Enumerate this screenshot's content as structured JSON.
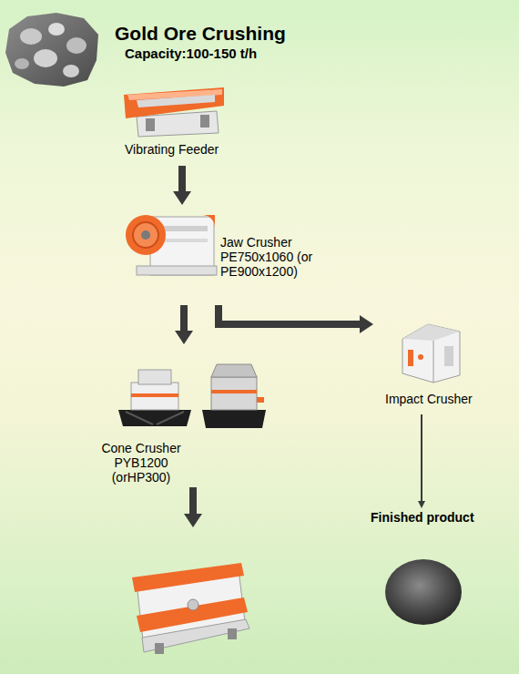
{
  "diagram": {
    "title": "Gold Ore Crushing",
    "nodes": [
      {
        "text": [
          "Vibrating Feeder"
        ]
      },
      {
        "text": [
          "Jaw Crusher PE750x1060 (or PE900x1200)"
        ]
      },
      {
        "text": [
          "Impact Crusher"
        ]
      },
      {
        "text": [
          "Cone Crusher PYB1200 (orHP300)"
        ]
      },
      {
        "text": [
          "Finished product"
        ]
      }
    ],
    "edges": [
      {
        "from": 0,
        "to": 1,
        "arrow": "to"
      },
      {
        "from": 1,
        "to": 2,
        "arrow": "to"
      },
      {
        "from": 1,
        "to": 3,
        "arrow": "to"
      },
      {
        "from": 2,
        "to": 4,
        "arrow": "to"
      }
    ],
    "labels": [
      "Capacity:100-150 t/h"
    ]
  }
}
